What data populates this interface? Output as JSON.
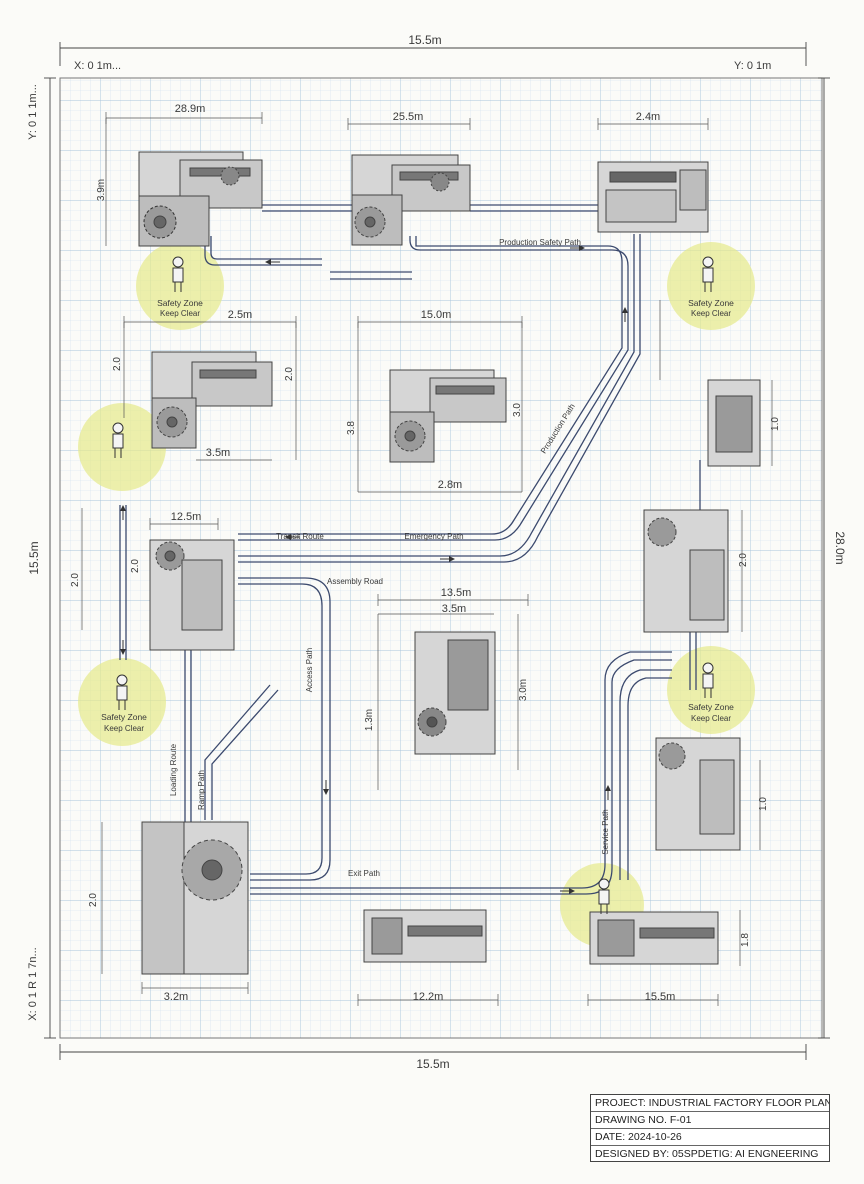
{
  "dims": {
    "top": "15.5m",
    "bottom": "15.5m",
    "left": "15.5m",
    "right": "28.0m",
    "coord_top_left": "X: 0 1m...",
    "coord_top_right": "Y: 0 1m",
    "coord_left_upper": "Y: 0 1 1m...",
    "coord_left_lower": "X: 0 1 R 1 7n..."
  },
  "machines": [
    {
      "w": "28.9m",
      "h": "3.9m"
    },
    {
      "w": "25.5m"
    },
    {
      "w": "2.4m"
    },
    {
      "w": "2.5m",
      "h": "2.0",
      "h2": "2.0",
      "w2": "3.5m"
    },
    {
      "w": "15.0m",
      "h": "3.8",
      "h2": "3.0",
      "w2": "2.8m"
    },
    {
      "h": "1.0"
    },
    {
      "w": "12.5m",
      "h": "2.0",
      "h2": "2.0"
    },
    {
      "w": "13.5m",
      "w2": "3.5m",
      "h": "1.3m",
      "h2": "3.0m"
    },
    {
      "h": "2.0"
    },
    {
      "h": "1.0"
    },
    {
      "w": "3.2m",
      "h": "2.0"
    },
    {
      "w": "12.2m"
    },
    {
      "w": "15.5m",
      "h": "1.8"
    }
  ],
  "paths": [
    "Production Safety Path",
    "Transit Route",
    "Emergency Path",
    "Production Path",
    "Assembly Road",
    "Access Path",
    "Exit Path",
    "Service Path",
    "Loading Route",
    "Ramp Path"
  ],
  "safety": {
    "line1": "Safety Zone",
    "line2": "Keep Clear"
  },
  "title_block": {
    "project": "PROJECT: INDUSTRIAL FACTORY FLOOR PLAN",
    "drawing": "DRAWING NO. F-01",
    "date": "DATE: 2024-10-26",
    "designed": "DESIGNED BY: 05SPDETIG: AI ENGNEERING"
  },
  "colors": {
    "grid_fine": "#cfe0ee",
    "grid_major": "#a9c4dc",
    "pipe": "#3c4a6e",
    "machine_fill": "#d6d6d6",
    "machine_dark": "#555555",
    "safety_zone": "#e6ea8a",
    "dim_line": "#555555"
  },
  "icons": [
    "gear-icon",
    "worker-icon",
    "arrow-icon"
  ]
}
